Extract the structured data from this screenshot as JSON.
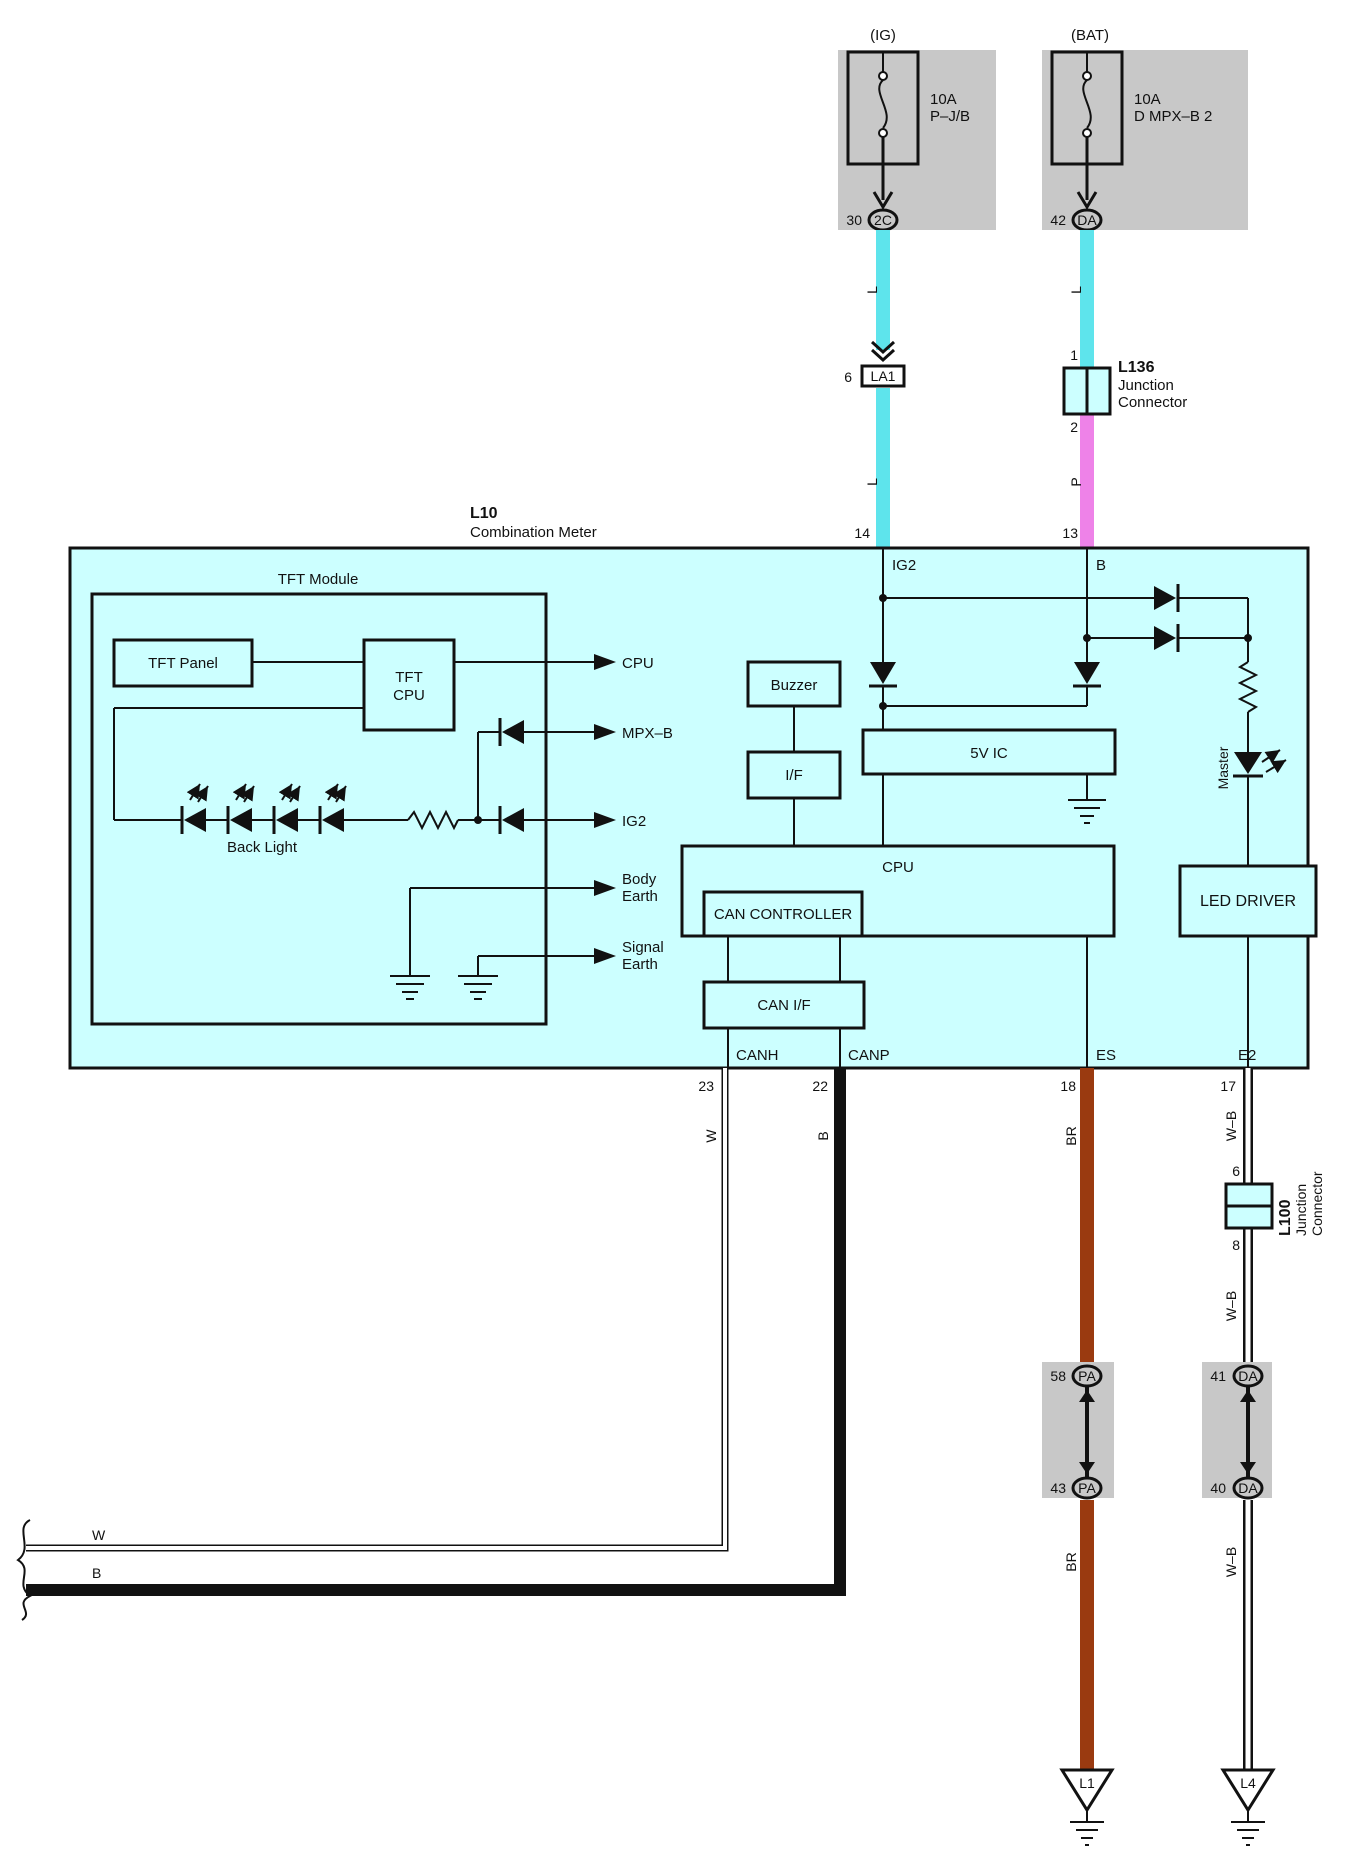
{
  "sources": {
    "ig": {
      "label": "(IG)",
      "amp": "10A",
      "name": "P–J/B",
      "pin": "30",
      "connector": "2C"
    },
    "bat": {
      "label": "(BAT)",
      "amp": "10A",
      "name": "D MPX–B 2",
      "pin": "42",
      "connector": "DA"
    }
  },
  "wire_codes": {
    "l_top": "L",
    "l_bottom": "L",
    "l_right": "L",
    "p": "P",
    "w": "W",
    "b": "B",
    "br_top": "BR",
    "br_bottom": "BR",
    "wb_top": "W–B",
    "wb_mid": "W–B",
    "wb_bottom": "W–B",
    "w_bus": "W",
    "b_bus": "B"
  },
  "connectors": {
    "la1": {
      "code": "LA1",
      "pin": "6"
    },
    "l136": {
      "code": "L136",
      "name1": "Junction",
      "name2": "Connector",
      "pin_top": "1",
      "pin_bottom": "2"
    },
    "l100": {
      "code": "L100",
      "name1": "Junction",
      "name2": "Connector",
      "pin_top": "6",
      "pin_bottom": "8"
    },
    "pa_top": {
      "code": "PA",
      "pin": "58"
    },
    "pa_bottom": {
      "code": "PA",
      "pin": "43"
    },
    "da_top": {
      "code": "DA",
      "pin": "41"
    },
    "da_bottom": {
      "code": "DA",
      "pin": "40"
    }
  },
  "meter": {
    "code": "L10",
    "name": "Combination Meter",
    "pins": {
      "ig2": "14",
      "b": "13",
      "canh": "23",
      "canp": "22",
      "es": "18",
      "e2": "17"
    },
    "terminals": {
      "ig2": "IG2",
      "b": "B",
      "canh": "CANH",
      "canp": "CANP",
      "es": "ES",
      "e2": "E2"
    }
  },
  "tft_module": {
    "title": "TFT Module",
    "panel": "TFT Panel",
    "cpu_line1": "TFT",
    "cpu_line2": "CPU",
    "back_light": "Back Light",
    "outputs": {
      "cpu": "CPU",
      "mpxb": "MPX–B",
      "ig2": "IG2",
      "body_earth_1": "Body",
      "body_earth_2": "Earth",
      "signal_earth_1": "Signal",
      "signal_earth_2": "Earth"
    }
  },
  "blocks": {
    "buzzer": "Buzzer",
    "if": "I/F",
    "ic5v": "5V IC",
    "cpu": "CPU",
    "can_controller": "CAN CONTROLLER",
    "can_if": "CAN I/F",
    "led_driver": "LED DRIVER",
    "master": "Master"
  },
  "grounds": {
    "l1": "L1",
    "l4": "L4"
  },
  "colors": {
    "blue_wire": "#5ee4ec",
    "pink_wire": "#ee82e8",
    "brown_wire": "#9a3a10",
    "meter_fill": "#ccffff",
    "shade": "#c8c8c8"
  }
}
